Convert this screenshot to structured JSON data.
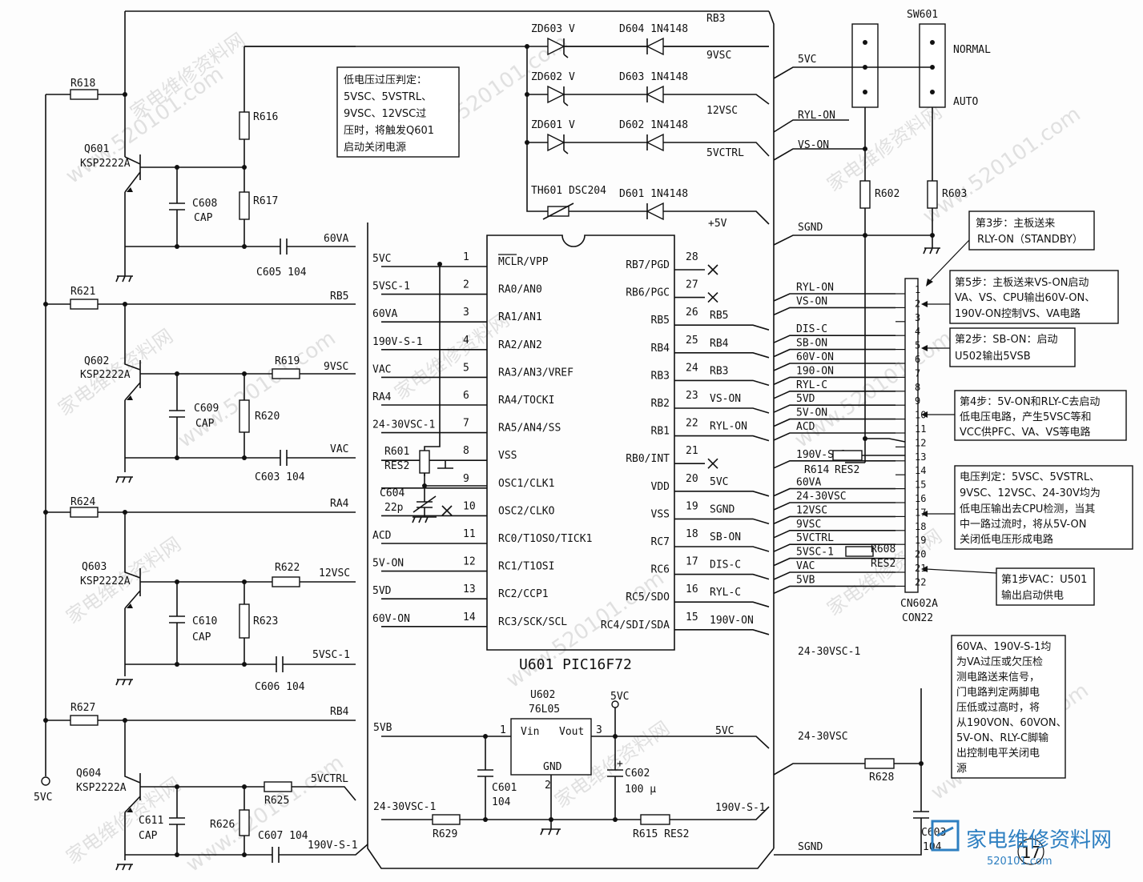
{
  "chip": {
    "ref": "U601 PIC16F72",
    "left_pins": [
      {
        "n": "1",
        "name": "MCLR/VPP",
        "net": "5VC"
      },
      {
        "n": "2",
        "name": "RA0/AN0",
        "net": "5VSC-1"
      },
      {
        "n": "3",
        "name": "RA1/AN1",
        "net": "60VA"
      },
      {
        "n": "4",
        "name": "RA2/AN2",
        "net": "190V-S-1"
      },
      {
        "n": "5",
        "name": "RA3/AN3/VREF",
        "net": "VAC"
      },
      {
        "n": "6",
        "name": "RA4/TOCKI",
        "net": "RA4"
      },
      {
        "n": "7",
        "name": "RA5/AN4/SS",
        "net": "24-30VSC-1"
      },
      {
        "n": "8",
        "name": "VSS",
        "net": ""
      },
      {
        "n": "9",
        "name": "OSC1/CLK1",
        "net": ""
      },
      {
        "n": "10",
        "name": "OSC2/CLKO",
        "net": ""
      },
      {
        "n": "11",
        "name": "RC0/T1OSO/TICK1",
        "net": "ACD"
      },
      {
        "n": "12",
        "name": "RC1/T1OSI",
        "net": "5V-ON"
      },
      {
        "n": "13",
        "name": "RC2/CCP1",
        "net": "5VD"
      },
      {
        "n": "14",
        "name": "RC3/SCK/SCL",
        "net": "60V-ON"
      }
    ],
    "right_pins": [
      {
        "n": "28",
        "name": "RB7/PGD",
        "net": ""
      },
      {
        "n": "27",
        "name": "RB6/PGC",
        "net": ""
      },
      {
        "n": "26",
        "name": "RB5",
        "net": "RB5"
      },
      {
        "n": "25",
        "name": "RB4",
        "net": "RB4"
      },
      {
        "n": "24",
        "name": "RB3",
        "net": "RB3"
      },
      {
        "n": "23",
        "name": "RB2",
        "net": "VS-ON"
      },
      {
        "n": "22",
        "name": "RB1",
        "net": "RYL-ON"
      },
      {
        "n": "21",
        "name": "RB0/INT",
        "net": ""
      },
      {
        "n": "20",
        "name": "VDD",
        "net": "5VC"
      },
      {
        "n": "19",
        "name": "VSS",
        "net": "SGND"
      },
      {
        "n": "18",
        "name": "RC7",
        "net": "SB-ON"
      },
      {
        "n": "17",
        "name": "RC6",
        "net": "DIS-C"
      },
      {
        "n": "16",
        "name": "RC5/SDO",
        "net": "RYL-C"
      },
      {
        "n": "15",
        "name": "RC4/SDI/SDA",
        "net": "190V-ON"
      }
    ]
  },
  "regulator": {
    "ref": "U602",
    "part": "76L05",
    "vin": "Vin",
    "vout": "Vout",
    "gnd": "GND",
    "pin1": "1",
    "pin2": "2",
    "pin3": "3",
    "out_label": "5VC"
  },
  "transistors": [
    {
      "ref": "Q601",
      "part": "KSP2222A"
    },
    {
      "ref": "Q602",
      "part": "KSP2222A"
    },
    {
      "ref": "Q603",
      "part": "KSP2222A"
    },
    {
      "ref": "Q604",
      "part": "KSP2222A"
    }
  ],
  "left_labels": {
    "r618": "R618",
    "r616": "R616",
    "r617": "R617",
    "c608": "C608",
    "cap1": "CAP",
    "c605": "C605 104",
    "net60va": "60VA",
    "r621": "R621",
    "rb5": "RB5",
    "r619": "R619",
    "net9vsc": "9VSC",
    "c609": "C609",
    "cap2": "CAP",
    "r620": "R620",
    "c603a": "C603 104",
    "netvac": "VAC",
    "r624": "R624",
    "ra4": "RA4",
    "r622": "R622",
    "net12vsc": "12VSC",
    "c610": "C610",
    "cap3": "CAP",
    "r623": "R623",
    "c606": "C606 104",
    "net5vsc1": "5VSC-1",
    "r627": "R627",
    "rb4": "RB4",
    "r625": "R625",
    "net5vctrl": "5VCTRL",
    "c611": "C611",
    "cap4": "CAP",
    "r626": "R626",
    "c607": "C607 104",
    "net190vs1": "190V-S-1",
    "src5vc": "5VC"
  },
  "top_labels": {
    "zd603": "ZD603  V",
    "d604": "D604  1N4148",
    "rb3": "RB3",
    "zd602": "ZD602  V",
    "d603": "D603  1N4148",
    "zd601": "ZD601  V",
    "d602": "D602  1N4148",
    "th601": "TH601  DSC204",
    "d601": "D601  1N4148",
    "plus5v": "+5V",
    "net9vsc": "9VSC",
    "net12vsc": "12VSC",
    "net5vctrl": "5VCTRL"
  },
  "osc_labels": {
    "r601": "R601",
    "res2": "RES2",
    "c604": "C604",
    "c604v": "22p"
  },
  "bottom_labels": {
    "net5vb": "5VB",
    "net2430": "24-30VSC-1",
    "r629": "R629",
    "c601": "C601",
    "c601v": "104",
    "c602": "C602",
    "c602v": "100 μ",
    "r615": "R615  RES2",
    "net190": "190V-S-1",
    "net5vc": "5VC",
    "sgnd": "SGND"
  },
  "right_labels": {
    "sw601": "SW601",
    "normal": "NORMAL",
    "auto": "AUTO",
    "net5vc": "5VC",
    "rylon": "RYL-ON",
    "vson": "VS-ON",
    "sgnd": "SGND",
    "r602": "R602",
    "r603": "R603",
    "r614": "R614",
    "res2a": "RES2",
    "r608": "R608",
    "res2b": "RES2",
    "cn": "CN602A",
    "con": "CON22",
    "n2430a": "24-30VSC-1",
    "n2430b": "24-30VSC",
    "r628": "R628",
    "c603": "C603",
    "c603v": "104"
  },
  "connector_pins": [
    "1",
    "2",
    "3",
    "4",
    "5",
    "6",
    "7",
    "8",
    "9",
    "10",
    "11",
    "12",
    "13",
    "14",
    "15",
    "16",
    "17",
    "18",
    "19",
    "20",
    "21",
    "22"
  ],
  "connector_nets": [
    "RYL-ON",
    "VS-ON",
    "",
    "DIS-C",
    "SB-ON",
    "60V-ON",
    "190-ON",
    "RYL-C",
    "5VD",
    "5V-ON",
    "ACD",
    "",
    "190V-S-1",
    "",
    "60VA",
    "24-30VSC",
    "12VSC",
    "9VSC",
    "5VCTRL",
    "5VSC-1",
    "VAC",
    "5VB"
  ],
  "notes": {
    "overvolt": [
      "低电压过压判定：",
      "5VSC、5VSTRL、",
      "9VSC、12VSC过",
      "压时，将触发Q601",
      "启动关闭电源"
    ],
    "step3": [
      "第3步：主板送来",
      "RLY-ON（STANDBY）"
    ],
    "step5": [
      "第5步：主板送来VS-ON启动",
      "VA、VS、CPU输出60V-ON、",
      "190V-ON控制VS、VA电路"
    ],
    "step2": [
      "第2步：SB-ON：启动",
      "U502输出5VSB"
    ],
    "step4": [
      "第4步：5V-ON和RLY-C去启动",
      "低电压电路，产生5VSC等和",
      "VCC供PFC、VA、VS等电路"
    ],
    "judge": [
      "电压判定：5VSC、5VSTRL、",
      "9VSC、12VSC、24-30V均为",
      "低电压输出去CPU检测，当其",
      "中一路过流时，将从5V-ON",
      "关闭低电压形成电路"
    ],
    "step1": [
      "第1步VAC：U501",
      "输出启动供电"
    ],
    "va": [
      "60VA、190V-S-1均",
      "为VA过压或欠压检",
      "测电路送来信号，",
      "门电路判定两脚电",
      "压低或过高时，将",
      "从190VON、60VON、",
      "5V-ON、RLY-C脚输",
      "出控制电平关闭电",
      "源"
    ]
  },
  "page_number": "17",
  "watermarks": {
    "site": "www.520101.com",
    "cn": "家电维修资料网",
    "logo_text": "家电维修资料网",
    "logo_url": "520101.com"
  }
}
